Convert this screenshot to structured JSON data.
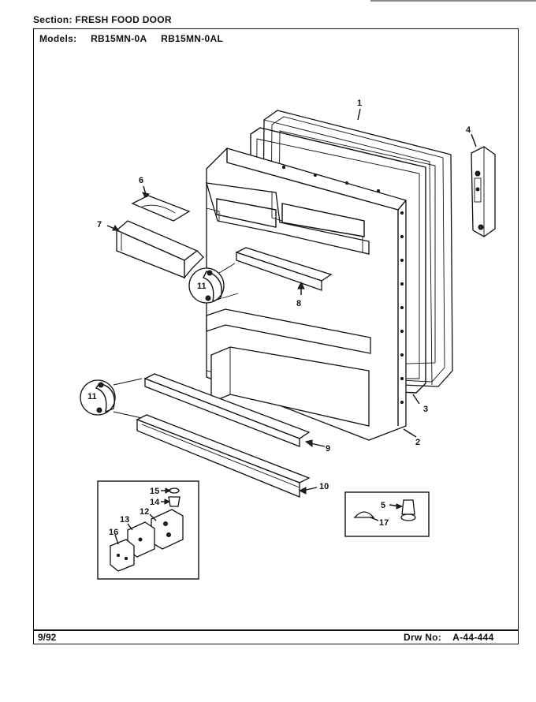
{
  "header": {
    "section_label": "Section:",
    "section_value": "FRESH FOOD DOOR",
    "models_label": "Models:",
    "models": [
      "RB15MN-0A",
      "RB15MN-0AL"
    ]
  },
  "footer": {
    "date": "9/92",
    "drawing_label": "Drw No:",
    "drawing_number": "A-44-444"
  },
  "callouts": {
    "c1": "1",
    "c2": "2",
    "c3": "3",
    "c4": "4",
    "c5": "5",
    "c6": "6",
    "c7": "7",
    "c8": "8",
    "c9": "9",
    "c10": "10",
    "c11a": "11",
    "c11b": "11",
    "c12": "12",
    "c13": "13",
    "c14": "14",
    "c15": "15",
    "c16": "16",
    "c17": "17"
  }
}
